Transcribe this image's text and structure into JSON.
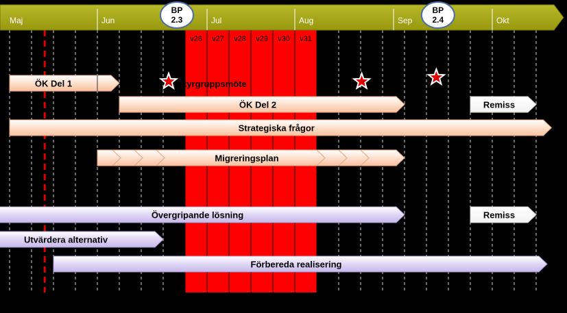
{
  "timeline": {
    "months": [
      {
        "label": "Maj",
        "week": 0
      },
      {
        "label": "Jun",
        "week": 4
      },
      {
        "label": "Jul",
        "week": 9
      },
      {
        "label": "Aug",
        "week": 13
      },
      {
        "label": "Sep",
        "week": 17.5
      },
      {
        "label": "Okt",
        "week": 22
      }
    ],
    "milestones": [
      {
        "label_line1": "BP",
        "label_line2": "2.3",
        "week": 7.5
      },
      {
        "label_line1": "BP",
        "label_line2": "2.4",
        "week": 19.4
      }
    ],
    "weeks": [
      "v26",
      "v27",
      "v28",
      "v29",
      "v30",
      "v31"
    ],
    "vacation_start_week": 8,
    "vacation_end_week": 14,
    "today_week": 1.6,
    "star_weeks": [
      7,
      15.8,
      19.2
    ],
    "star_caption": "tyrgruppsmöte"
  },
  "bars": [
    {
      "label": "ÖK Del 1",
      "start": 0,
      "end": 5,
      "color": "orange",
      "row": 0
    },
    {
      "label": "ÖK Del 2",
      "start": 5,
      "end": 18,
      "color": "orange",
      "row": 1
    },
    {
      "label": "Remiss",
      "start": 21,
      "end": 24,
      "color": "white",
      "row": 1
    },
    {
      "label": "Strategiska frågor",
      "start": 0,
      "end": 24.7,
      "color": "orange",
      "row": 2
    },
    {
      "label": "Migreringsplan",
      "start": 4,
      "end": 18,
      "color": "orange",
      "row": 3
    },
    {
      "label": "Övergripande lösning",
      "start": -0.5,
      "end": 18,
      "color": "purple",
      "row": 4
    },
    {
      "label": "Remiss",
      "start": 21,
      "end": 24,
      "color": "white",
      "row": 4
    },
    {
      "label": "Utvärdera alternativ",
      "start": -0.5,
      "end": 7,
      "color": "purple",
      "row": 5
    },
    {
      "label": "Förbereda realisering",
      "start": 2,
      "end": 24.5,
      "color": "purple",
      "row": 6
    }
  ],
  "colors": {
    "header": "#a5a51a",
    "vacation": "#ff0000",
    "today": "#e00000",
    "orange": "#fcd7bf",
    "purple": "#d6ccf0",
    "white": "#ffffff",
    "star": "#e00000"
  }
}
